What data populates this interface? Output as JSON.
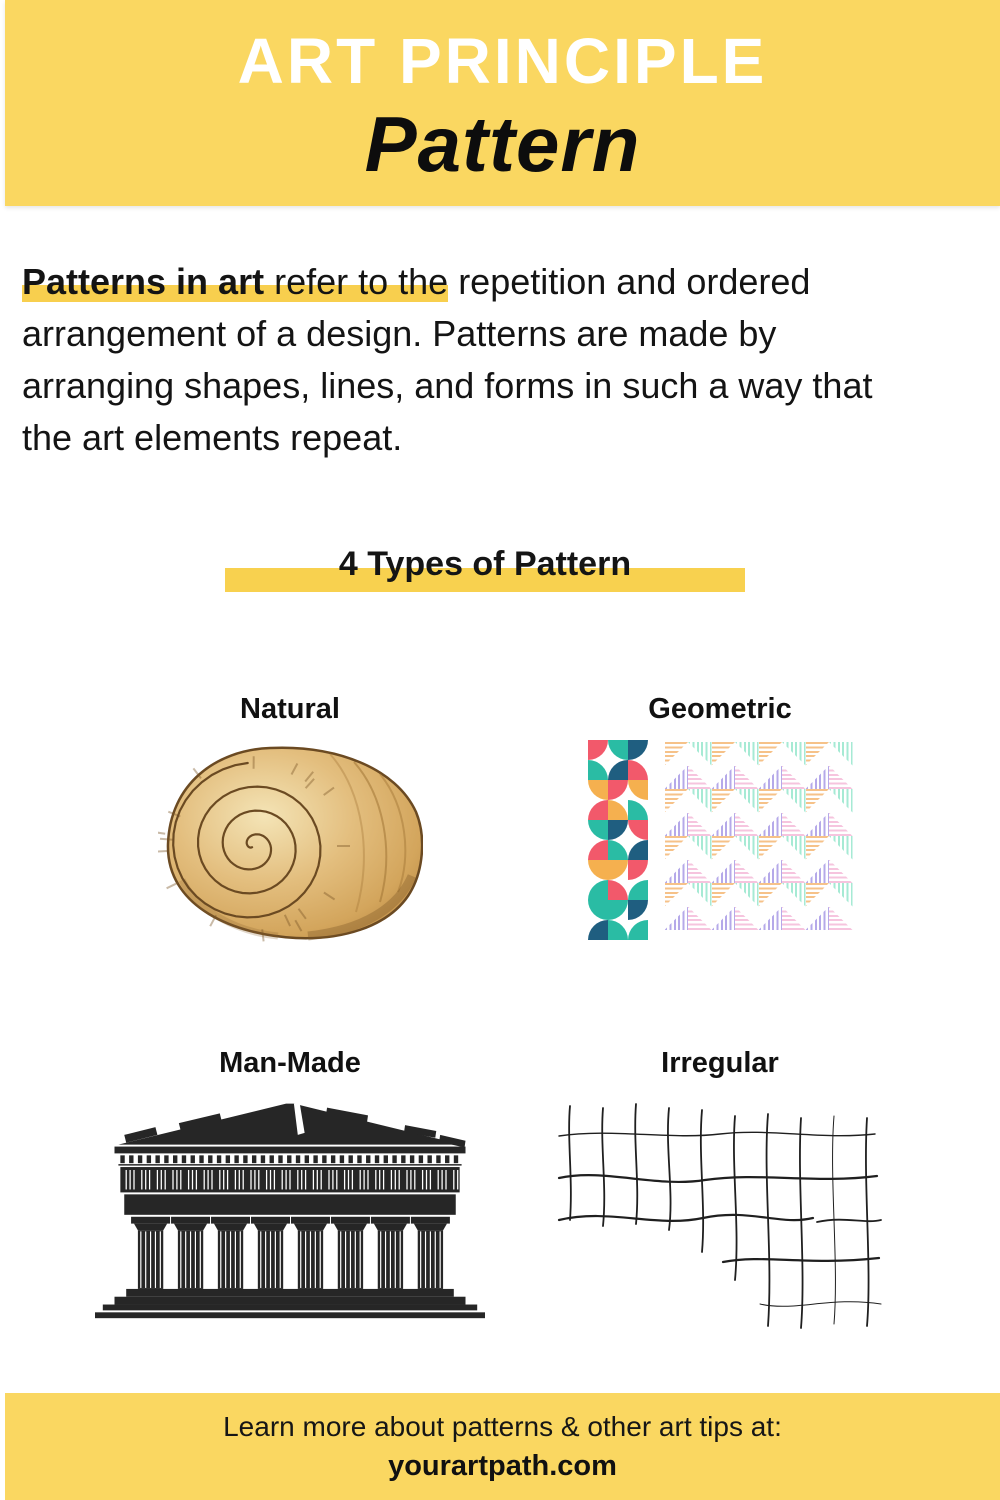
{
  "header": {
    "kicker": "ART PRINCIPLE",
    "title": "Pattern"
  },
  "intro": {
    "lead_bold": "Patterns in art",
    "lead_highlight_rest": " refer to the",
    "line1_rest": " repetition and ordered",
    "line2": "arrangement of a design. Patterns are made by",
    "line3": "arranging shapes, lines, and forms in such a way that",
    "line4": "the art elements repeat."
  },
  "section": {
    "heading": "4 Types of Pattern"
  },
  "types": [
    {
      "label": "Natural",
      "image": "snail-shell-illustration"
    },
    {
      "label": "Geometric",
      "image": "geometric-patterns"
    },
    {
      "label": "Man-Made",
      "image": "parthenon-silhouette"
    },
    {
      "label": "Irregular",
      "image": "irregular-wavy-grid"
    }
  ],
  "footer": {
    "line1": "Learn more about patterns & other art tips at:",
    "line2": "yourartpath.com"
  },
  "colors": {
    "band_yellow": "#FAD761",
    "highlight_yellow": "#F8CF4E",
    "text_black": "#141414",
    "silhouette_black": "#262626"
  },
  "patterns": {
    "quarter_strip": {
      "cell": 20,
      "colors": {
        "coral": "#F2596B",
        "navy": "#1F5E80",
        "teal": "#2ABCA4",
        "amber": "#F5B04F"
      },
      "rows": [
        [
          "coral:br",
          "teal:bl",
          "navy:br"
        ],
        [
          "teal:tr",
          "navy:tl",
          "coral:tr"
        ],
        [
          "amber:bl",
          "coral:br",
          "amber:bl"
        ],
        [
          "coral:tl",
          "amber:tr",
          "teal:tr"
        ],
        [
          "teal:bl",
          "navy:br",
          "coral:bl"
        ],
        [
          "coral:tl",
          "teal:tr",
          "navy:tl"
        ],
        [
          "amber:bl",
          "amber:br",
          "coral:br"
        ],
        [
          "teal:tl",
          "coral:tr",
          "teal:tl"
        ],
        [
          "teal:bl",
          "teal:br",
          "navy:br"
        ],
        [
          "navy:tl",
          "teal:tr",
          "teal:tl"
        ]
      ]
    },
    "triangle_grid": {
      "cols": 8,
      "rows": 8,
      "cell": 23.5,
      "colors": {
        "peach": "#F6C289",
        "mint": "#A6EAD4",
        "lavender": "#B5A9E9",
        "pink": "#F6C4DE"
      },
      "cycle": {
        "even": [
          "peach",
          "mint"
        ],
        "odd": [
          "lavender",
          "pink"
        ]
      }
    },
    "shell": {
      "fill_light": "#F4E4B6",
      "fill_mid": "#E3BE7E",
      "fill_dark": "#BC8B45",
      "line": "#6B4A22",
      "streak": "#7A5526"
    }
  }
}
